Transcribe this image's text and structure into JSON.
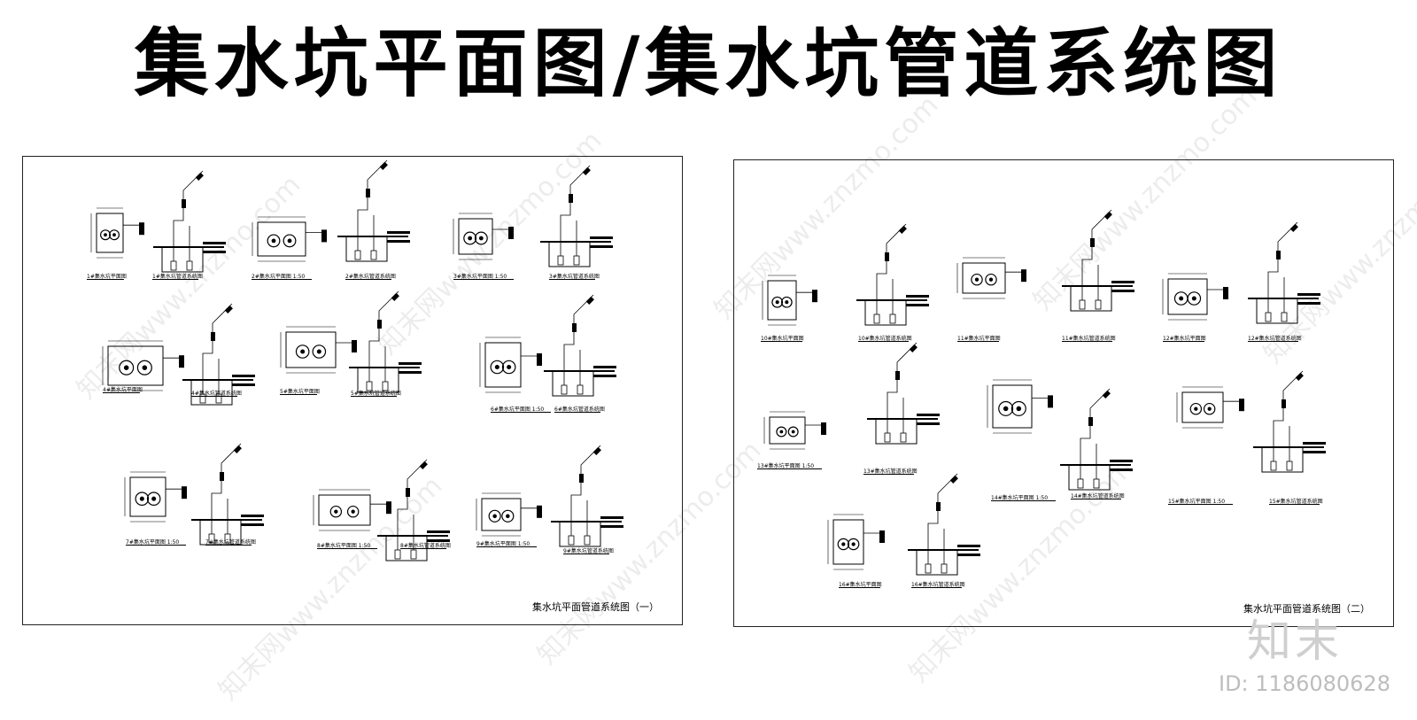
{
  "title": "集水坑平面图/集水坑管道系统图",
  "sheets": [
    {
      "caption": "集水坑平面管道系统图（一）",
      "plan_labels": [
        "1#集水坑平面图",
        "2#集水坑平面图 1:50",
        "3#集水坑平面图 1:50",
        "4#集水坑平面图",
        "5#集水坑平面图",
        "6#集水坑平面图 1:50",
        "7#集水坑平面图 1:50",
        "8#集水坑平面图 1:50",
        "9#集水坑平面图 1:50"
      ],
      "system_labels": [
        "1#集水坑管道系统图",
        "2#集水坑管道系统图",
        "3#集水坑管道系统图",
        "4#集水坑管道系统图",
        "5#集水坑管道系统图",
        "6#集水坑管道系统图",
        "7#集水坑管道系统图",
        "8#集水坑管道系统图",
        "9#集水坑管道系统图"
      ]
    },
    {
      "caption": "集水坑平面管道系统图（二）",
      "plan_labels": [
        "10#集水坑平面图",
        "11#集水坑平面图",
        "12#集水坑平面图",
        "13#集水坑平面图 1:50",
        "14#集水坑平面图 1:50",
        "15#集水坑平面图 1:50",
        "16#集水坑平面图"
      ],
      "system_labels": [
        "10#集水坑管道系统图",
        "11#集水坑管道系统图",
        "12#集水坑管道系统图",
        "13#集水坑管道系统图",
        "14#集水坑管道系统图",
        "15#集水坑管道系统图",
        "16#集水坑管道系统图"
      ]
    }
  ],
  "branding": {
    "logo": "知末",
    "id": "ID: 1186080628",
    "watermark": "知末网www.znzmo.com"
  }
}
